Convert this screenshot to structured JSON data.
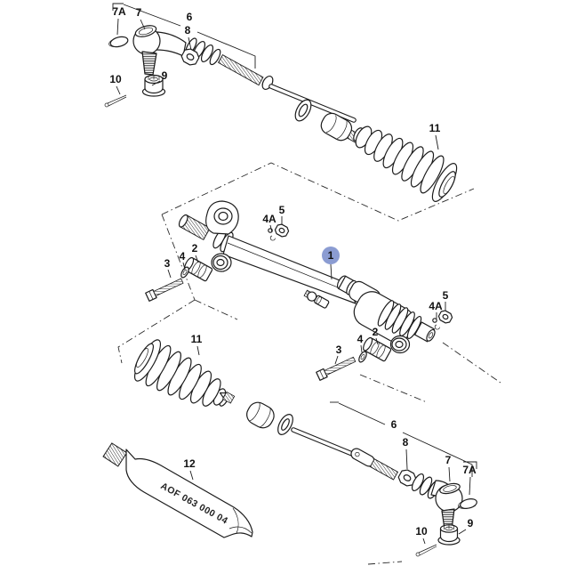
{
  "diagram": {
    "type": "exploded-parts-diagram",
    "background": "#ffffff",
    "line_color": "#1c1c1c"
  },
  "highlight": {
    "color": "#8b9cd2",
    "text_color": "#111111"
  },
  "grease_tube": {
    "text": "AOF 063 000 04"
  },
  "callouts": {
    "top_7A": {
      "text": "7A"
    },
    "top_7": {
      "text": "7"
    },
    "top_6": {
      "text": "6"
    },
    "top_8": {
      "text": "8"
    },
    "top_9": {
      "text": "9"
    },
    "top_10": {
      "text": "10"
    },
    "top_11": {
      "text": "11"
    },
    "left_2": {
      "text": "2"
    },
    "left_4": {
      "text": "4"
    },
    "left_3": {
      "text": "3"
    },
    "left_4A": {
      "text": "4A"
    },
    "left_5": {
      "text": "5"
    },
    "item_1": {
      "text": "1"
    },
    "right_5": {
      "text": "5"
    },
    "right_4A": {
      "text": "4A"
    },
    "right_2": {
      "text": "2"
    },
    "right_4": {
      "text": "4"
    },
    "right_3": {
      "text": "3"
    },
    "bottom_11": {
      "text": "11"
    },
    "bottom_12": {
      "text": "12"
    },
    "bot_6": {
      "text": "6"
    },
    "bot_8": {
      "text": "8"
    },
    "bot_7": {
      "text": "7"
    },
    "bot_7A": {
      "text": "7A"
    },
    "bot_9": {
      "text": "9"
    },
    "bot_10": {
      "text": "10"
    }
  }
}
